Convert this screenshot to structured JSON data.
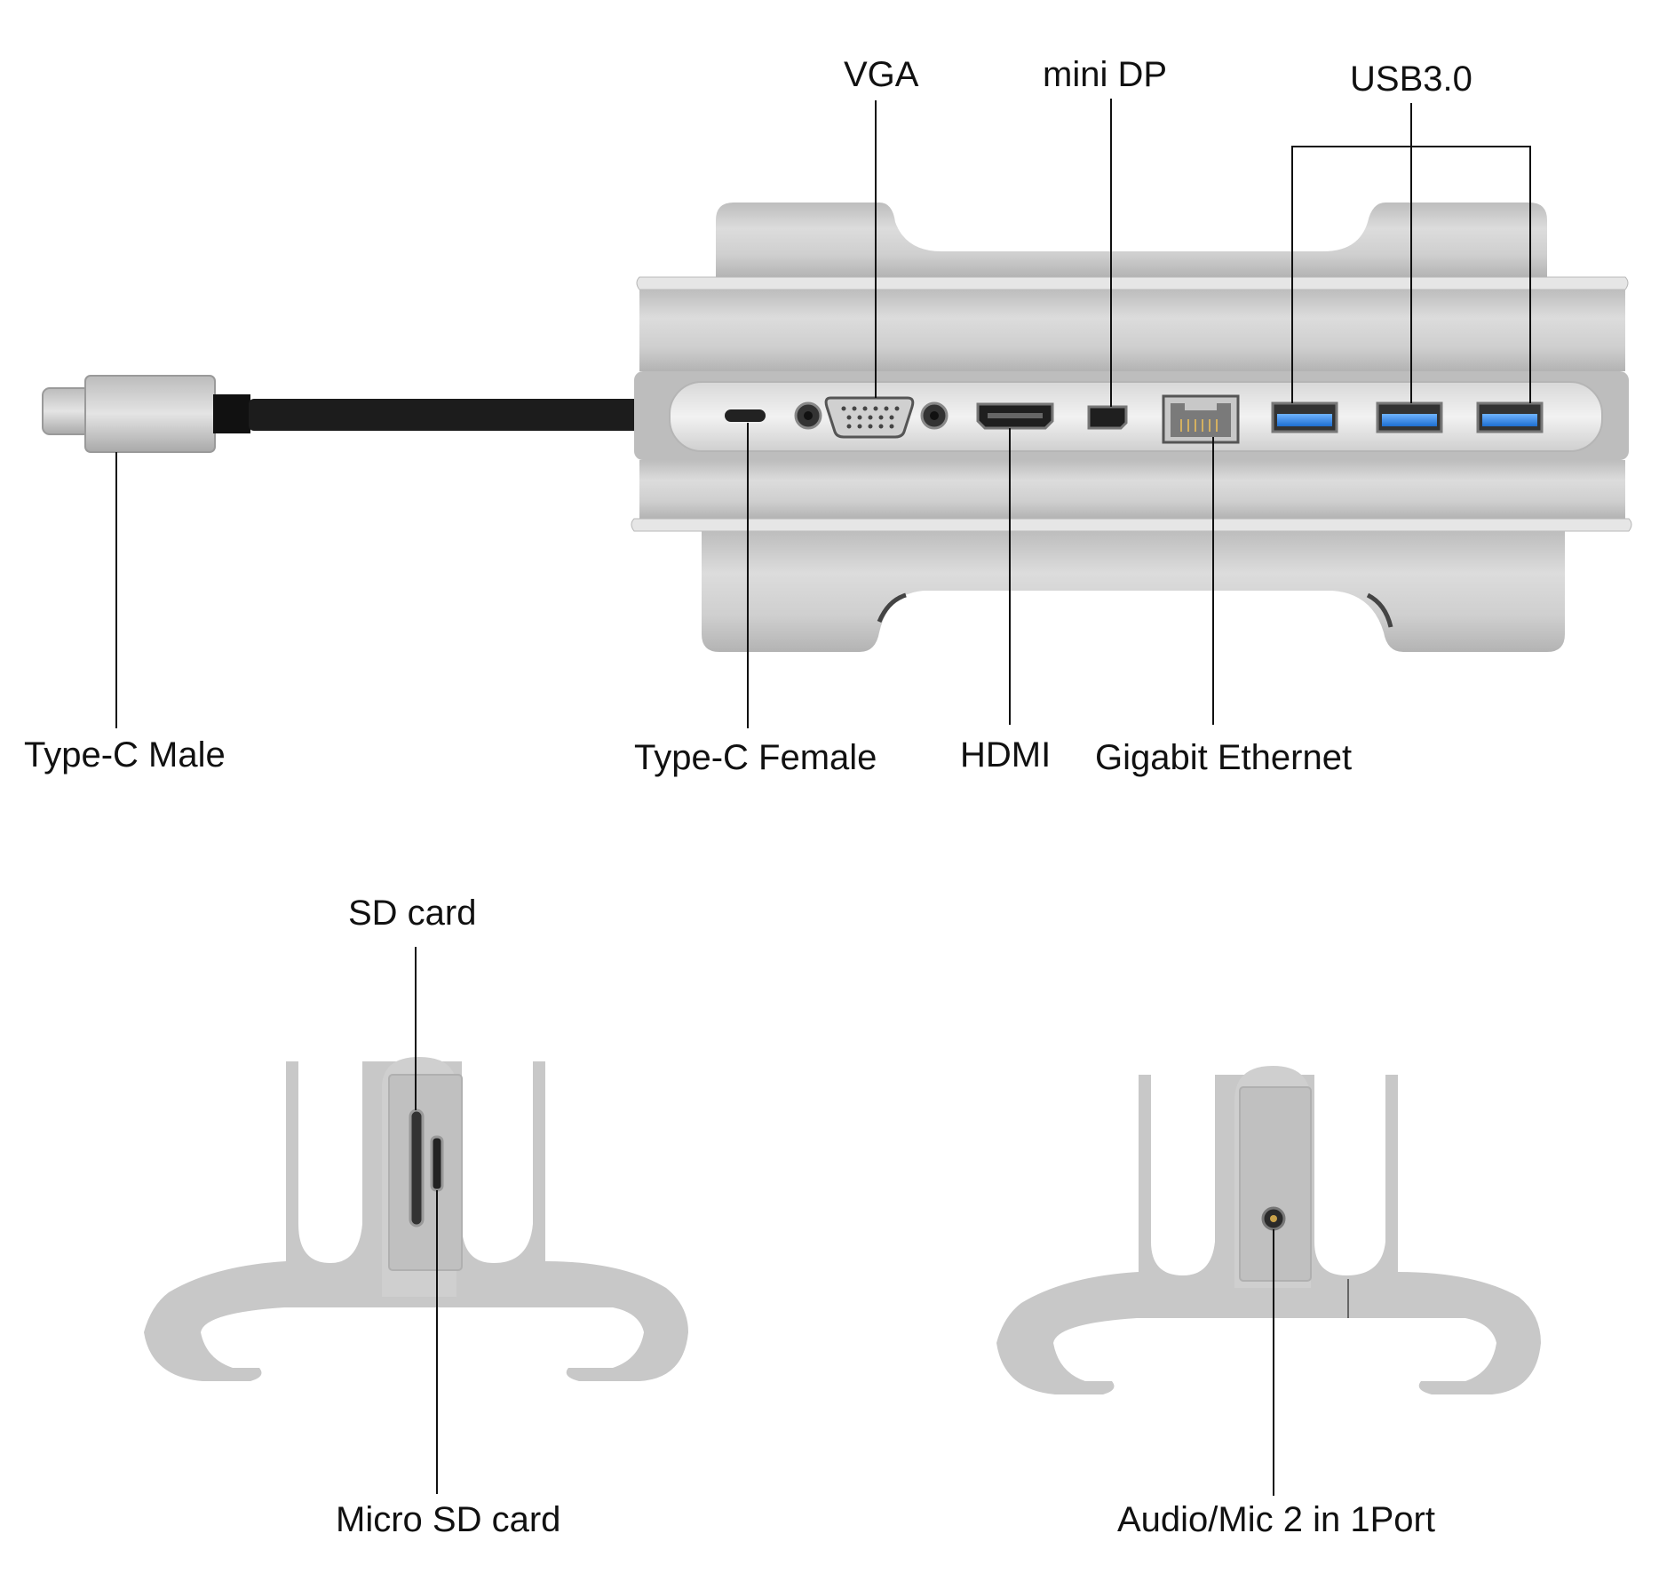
{
  "labels": {
    "vga": "VGA",
    "mini_dp": "mini DP",
    "usb3": "USB3.0",
    "type_c_male": "Type-C Male",
    "type_c_female": "Type-C Female",
    "hdmi": "HDMI",
    "gigabit_ethernet": "Gigabit Ethernet",
    "sd_card": "SD card",
    "micro_sd_card": "Micro SD card",
    "audio_mic": "Audio/Mic 2 in 1Port"
  },
  "colors": {
    "aluminum": "#c9c9c9",
    "aluminum_light": "#e2e2e2",
    "aluminum_dark": "#a8a8a8",
    "cable": "#1c1c1c",
    "usb_blue": "#2f7fd8",
    "leader_line": "#111111"
  }
}
